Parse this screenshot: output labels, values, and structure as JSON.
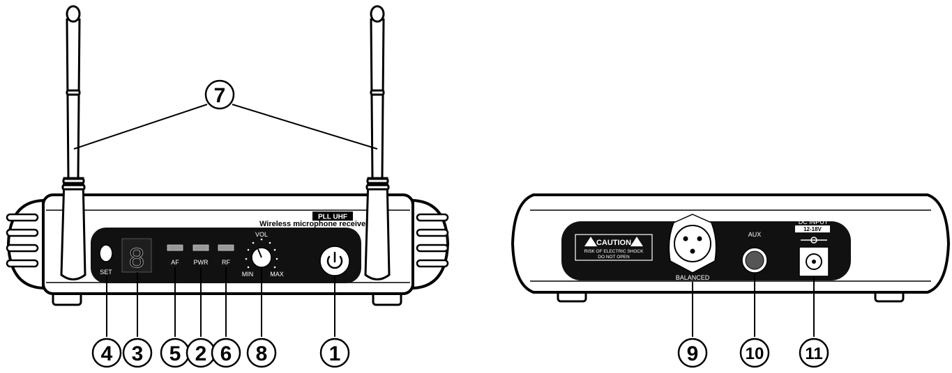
{
  "front_unit": {
    "brand": "PLL UHF",
    "subtitle": "Wireless microphone receiver",
    "set_label": "SET",
    "led_labels": [
      "AF",
      "PWR",
      "RF"
    ],
    "vol_label": "VOL",
    "min_label": "MIN",
    "max_label": "MAX",
    "display_digit": "8"
  },
  "rear_unit": {
    "caution_title": "CAUTION",
    "caution_line1": "RISK OF ELECTRIC SHOCK",
    "caution_line2": "DO NOT OPEN",
    "balanced_label": "BALANCED",
    "aux_label": "AUX",
    "dc_label": "DC INPUT",
    "dc_rating": "12-18V"
  },
  "callouts": {
    "c1": "1",
    "c2": "2",
    "c3": "3",
    "c4": "4",
    "c5": "5",
    "c6": "6",
    "c7": "7",
    "c8": "8",
    "c9": "9",
    "c10": "10",
    "c11": "11"
  }
}
